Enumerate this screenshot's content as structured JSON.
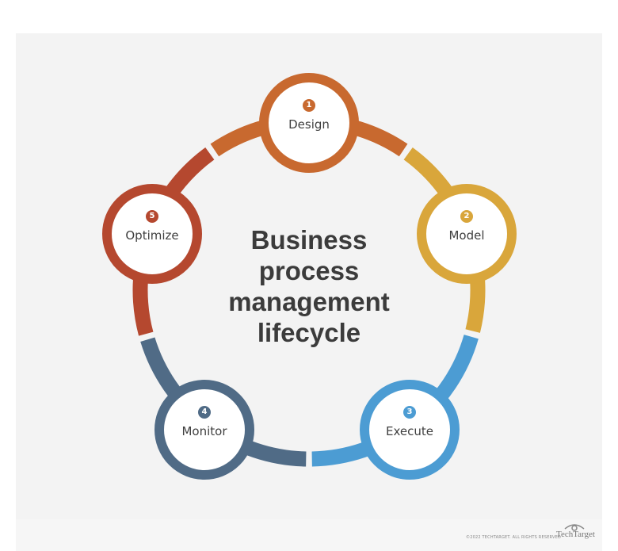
{
  "title": "Business process management lifecycle",
  "title_lines": [
    "Business",
    "process",
    "management",
    "lifecycle"
  ],
  "nodes": [
    {
      "number": "1",
      "label": "Design",
      "color": "#c8692f"
    },
    {
      "number": "2",
      "label": "Model",
      "color": "#d9a63b"
    },
    {
      "number": "3",
      "label": "Execute",
      "color": "#4c9cd3"
    },
    {
      "number": "4",
      "label": "Monitor",
      "color": "#506b86"
    },
    {
      "number": "5",
      "label": "Optimize",
      "color": "#b5482f"
    }
  ],
  "footer": {
    "copyright": "©2022 TECHTARGET. ALL RIGHTS RESERVED",
    "logo": "TechTarget"
  }
}
